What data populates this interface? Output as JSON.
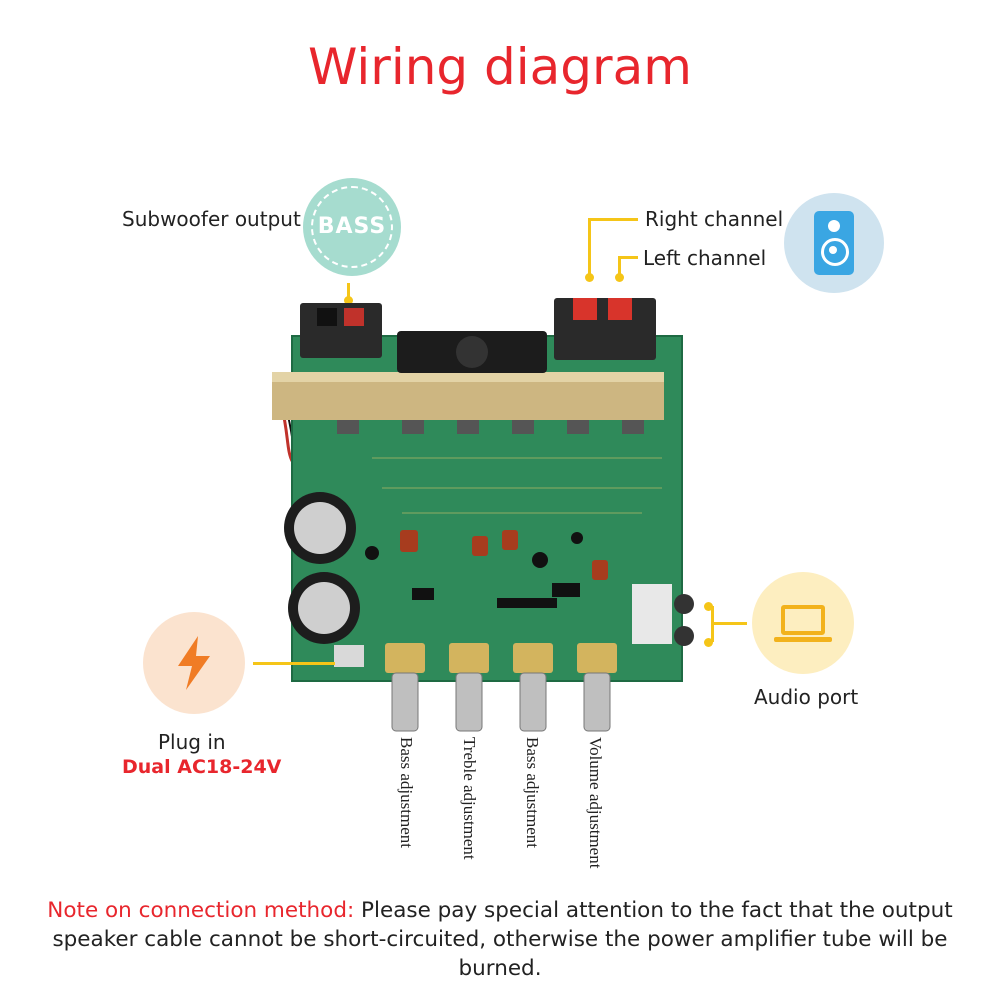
{
  "title": "Wiring diagram",
  "labels": {
    "subwoofer_output": "Subwoofer output",
    "bass_badge": "BASS",
    "right_channel": "Right channel",
    "left_channel": "Left channel",
    "audio_port": "Audio port",
    "plug_in": "Plug in",
    "power_spec": "Dual AC18-24V"
  },
  "knobs": [
    {
      "label": "Bass adjustment"
    },
    {
      "label": "Treble adjustment"
    },
    {
      "label": "Bass adjustment"
    },
    {
      "label": "Volume adjustment"
    }
  ],
  "note": {
    "prefix": "Note on connection method:",
    "text": " Please pay special attention to the fact that the output speaker cable cannot be short-circuited, otherwise the power amplifier tube will be burned."
  },
  "colors": {
    "accent_red": "#e8262d",
    "connector_yellow": "#f5c518",
    "pcb_green": "#2f8a5a",
    "bass_circle": "#a6dccf",
    "speaker_circle": "#cfe3ef",
    "laptop_circle": "#fdeec0",
    "plug_circle": "#fbe3cf"
  },
  "icons": [
    "bass-badge-icon",
    "speaker-icon",
    "laptop-icon",
    "lightning-icon"
  ]
}
